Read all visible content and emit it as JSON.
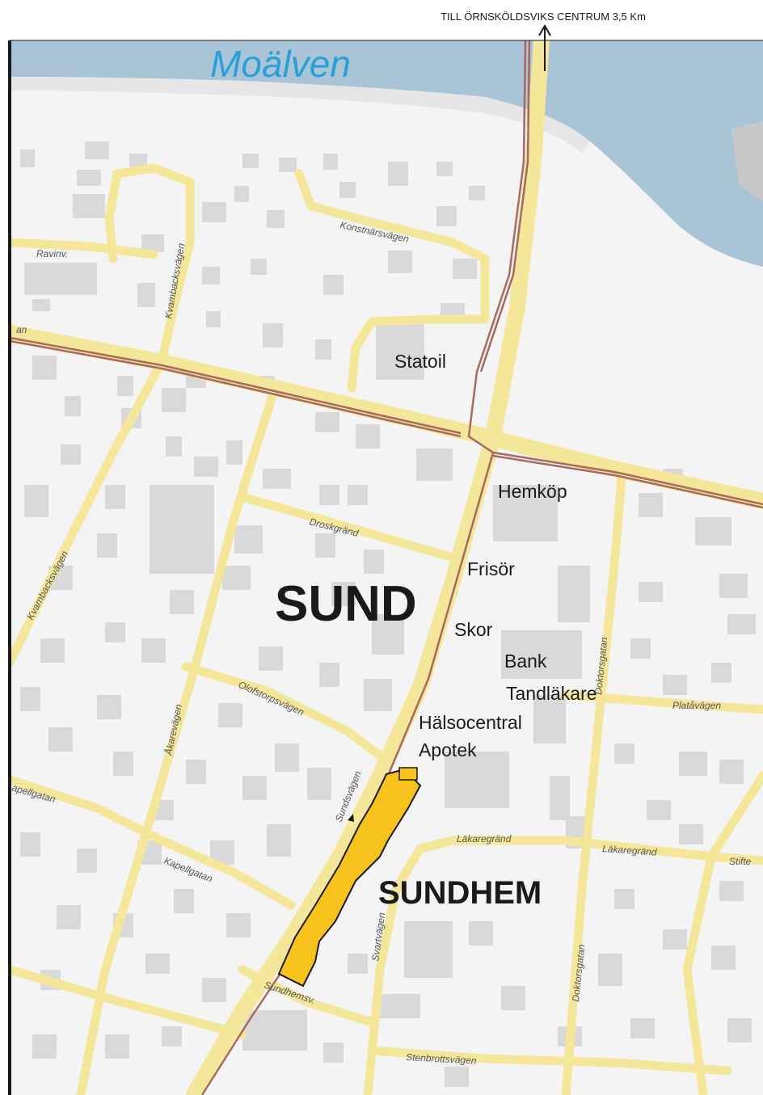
{
  "header": {
    "direction_label": "TILL ÖRNSKÖLDSVIKS CENTRUM 3,5 Km",
    "arrow_icon": "arrow-up-icon"
  },
  "water": {
    "name": "Moälven",
    "color": "#a8c4d6"
  },
  "districts": {
    "sund": "SUND",
    "sundhem": "SUNDHEM"
  },
  "pois": {
    "statoil": "Statoil",
    "hemkop": "Hemköp",
    "frisor": "Frisör",
    "skor": "Skor",
    "bank": "Bank",
    "tandlakare": "Tandläkare",
    "halsocentral": "Hälsocentral",
    "apotek": "Apotek"
  },
  "roads": {
    "konstnarsvagen": "Konstnärsvägen",
    "ravinv": "Ravinv.",
    "kvambacksvagen_top": "Kvambacksvägen",
    "kvambacksvagen_left": "Kvambacksvägen",
    "an": "an",
    "droskgrand": "Droskgränd",
    "akarevagen": "Åkarevägen",
    "olofstorpsvagen": "Olofstorpsvägen",
    "sundsvagen": "Sundsvägen",
    "kapellgatan_left": "apellgatan",
    "kapellgatan": "Kapellgatan",
    "lakaregrand": "Läkaregränd",
    "lakaregrand_right": "Läkaregränd",
    "stift": "Stifte",
    "platavagen": "Platåvägen",
    "doktorsgatan_upper": "Doktorsgatan",
    "doktorsgatan_lower": "Doktorsgatan",
    "svartvagen": "Svartvägen",
    "sundhemsv": "Sundhemsv.",
    "stenbrottsvagen": "Stenbrottsvägen"
  },
  "colors": {
    "road": "#f5e79a",
    "railway": "#a86a5e",
    "building": "#d9d9d9",
    "highlight": "#f7c21b",
    "frame": "#1a1a1a"
  }
}
